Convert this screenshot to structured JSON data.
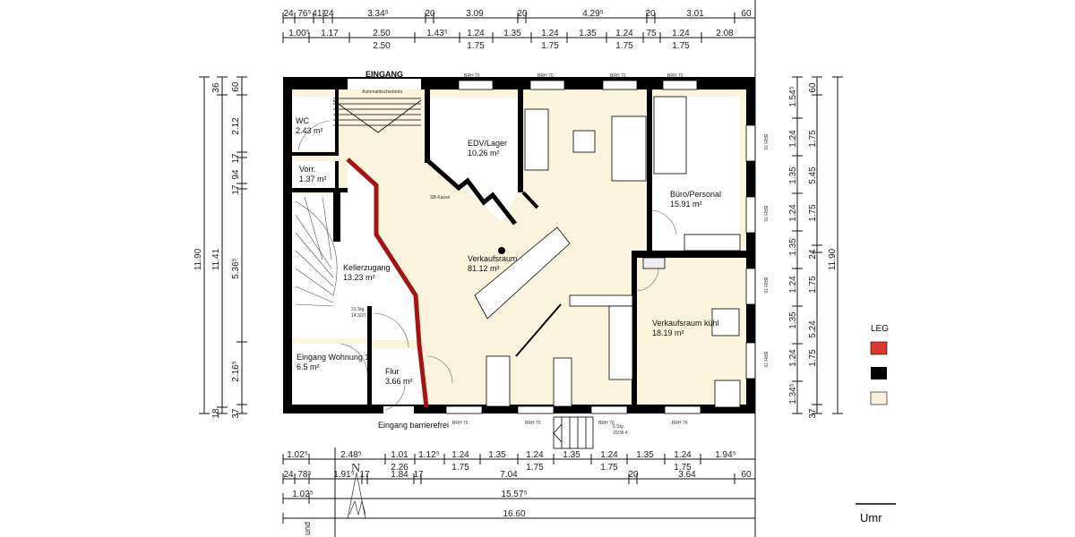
{
  "plan": {
    "entrance_label": "EINGANG",
    "door_label": "Automatikschiebetür",
    "window_label": "BRH 70",
    "barrier_free_label": "Eingang barrierefrei",
    "outside_stair_label": "6 Stg.",
    "outside_stair_dims": "20/36.4",
    "inner_stair_label": "21 Stg.",
    "inner_stair_dims": "14.3/27",
    "checkout_label": "SB-Kasse",
    "rooms": [
      {
        "name": "WC",
        "area": "2.43 m²"
      },
      {
        "name": "Vorr.",
        "area": "1.37 m²"
      },
      {
        "name": "EDV/Lager",
        "area": "10.26 m²"
      },
      {
        "name": "Büro/Personal",
        "area": "15.91 m²"
      },
      {
        "name": "Verkaufsraum",
        "area": "81.12 m²"
      },
      {
        "name": "Kellerzugang",
        "area": "13.23 m²"
      },
      {
        "name": "Eingang Wohnung 1",
        "area": "6.5 m²"
      },
      {
        "name": "Flur",
        "area": "3.66 m²"
      },
      {
        "name": "Verkaufsraum kühl",
        "area": "18.19 m²"
      }
    ],
    "north_label": "N",
    "bottom_right_text": "Umr",
    "bottom_left_vertical_text": "und"
  },
  "legend": {
    "title": "LEG",
    "colors": [
      "#d93a2e",
      "#000000",
      "#fbeedd"
    ]
  },
  "colors": {
    "wall": "#000000",
    "new_wall": "#a31515",
    "floor": "#fbf3dc"
  },
  "dimensions": {
    "top_row1": [
      "24",
      "76⁵",
      "41⁵",
      "24",
      "3.34⁵",
      "20",
      "3.09",
      "20",
      "4.29⁵",
      "20",
      "3.01",
      "60"
    ],
    "top_row2": [
      "1.00⁵",
      "1.17",
      "2.50",
      "1.43⁵",
      "1.24",
      "1.35",
      "1.24",
      "1.35",
      "1.24",
      "75",
      "1.24",
      "2.08"
    ],
    "top_row3": [
      "2.50",
      "1.75",
      "1.75",
      "1.75",
      "1.75"
    ],
    "bottom_row1": [
      "1.02⁵",
      "2.48⁵",
      "1.01",
      "1.12⁵",
      "1.24",
      "1.35",
      "1.24",
      "1.35",
      "1.24",
      "1.35",
      "1.24",
      "1.94⁵"
    ],
    "bottom_row2": [
      "2.26",
      "1.75",
      "1.75",
      "1.75",
      "1.75"
    ],
    "bottom_row3": [
      "24",
      "78⁵",
      "1.91⁵",
      "17",
      "1.84",
      "17",
      "7.04",
      "20",
      "3.64",
      "60"
    ],
    "bottom_row4": [
      "1.02⁵",
      "15.57⁵"
    ],
    "bottom_row5": [
      "16.60"
    ],
    "left_col1": [
      "11.90"
    ],
    "left_col2": [
      "36",
      "11.41",
      "18"
    ],
    "left_col3": [
      "60",
      "2.12",
      "17",
      "94",
      "17",
      "5.36⁵",
      "2.16⁵",
      "37"
    ],
    "right_col1": [
      "1.54⁵",
      "1.24",
      "1.35",
      "1.24",
      "1.35",
      "1.24",
      "1.35",
      "1.24",
      "1.34⁵"
    ],
    "right_col2": [
      "60",
      "1.75",
      "5.45",
      "1.75",
      "24",
      "1.75",
      "5.24",
      "1.75",
      "37"
    ],
    "right_col3": [
      "11.90"
    ]
  }
}
